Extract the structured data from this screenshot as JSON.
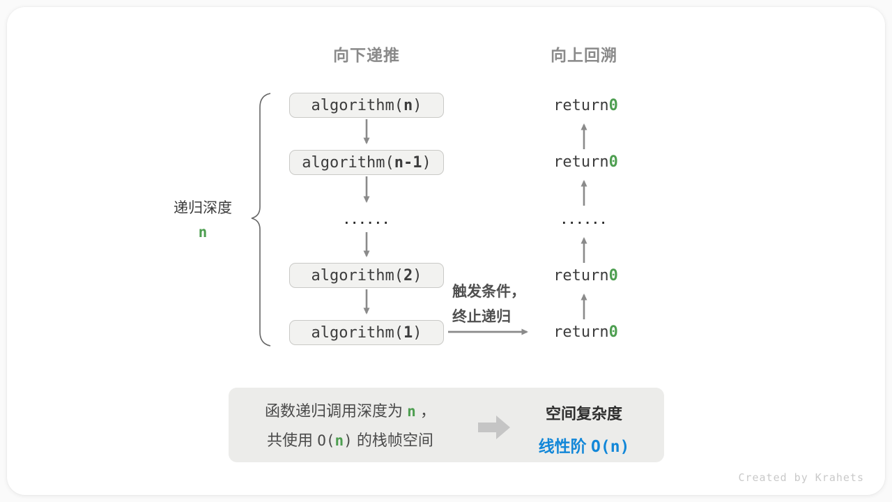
{
  "headers": {
    "descend": "向下递推",
    "backtrack": "向上回溯"
  },
  "depth": {
    "label": "递归深度",
    "value": "n"
  },
  "calls": [
    {
      "pre": "algorithm(",
      "arg": "n",
      "post": ")"
    },
    {
      "pre": "algorithm(",
      "arg": "n-1",
      "post": ")"
    },
    {
      "pre": "algorithm(",
      "arg": "2",
      "post": ")"
    },
    {
      "pre": "algorithm(",
      "arg": "1",
      "post": ")"
    }
  ],
  "returns": [
    {
      "pre": "return ",
      "value": "0"
    },
    {
      "pre": "return ",
      "value": "0"
    },
    {
      "pre": "return ",
      "value": "0"
    },
    {
      "pre": "return ",
      "value": "0"
    }
  ],
  "dots": "......",
  "trigger": {
    "line1": "触发条件，",
    "line2": "终止递归"
  },
  "summary": {
    "l1_pre": "函数递归调用深度为",
    "l1_var": "n",
    "l1_post": "，",
    "l2_pre": "共使用",
    "l2_open": "O(",
    "l2_var": "n",
    "l2_close": ")",
    "l2_post": "的栈帧空间",
    "title": "空间复杂度",
    "result_cjk": "线性阶",
    "result_code": "O(n)"
  },
  "colors": {
    "green": "#4d9e50",
    "blue": "#1287d8",
    "arrow": "#8a8a8a",
    "box_fill": "#f2f2f0",
    "summary_fill": "#ececea"
  },
  "credit": "Created by Krahets"
}
